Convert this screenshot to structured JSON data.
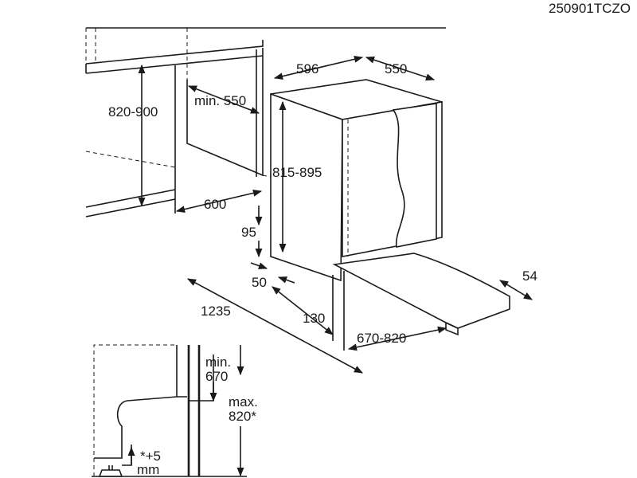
{
  "code": "250901TCZO",
  "dimensions": {
    "width": "596",
    "depth": "550",
    "niche_height": "820-900",
    "niche_min_depth": "min. 550",
    "appliance_height": "815-895",
    "niche_width": "600",
    "plinth_height": "95",
    "plinth_depth": "50",
    "door_open_depth": "1235",
    "kick_offset": "130",
    "door_height": "670-820",
    "door_slide": "54"
  },
  "detail": {
    "min_label": "min.",
    "min_value": "670",
    "max_label": "max.",
    "max_value": "820*",
    "adjust_value": "*+5",
    "adjust_unit": "mm"
  }
}
